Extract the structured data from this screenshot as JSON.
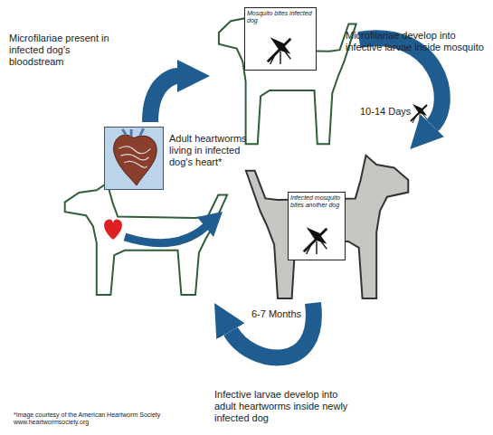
{
  "diagram": {
    "nodes": [
      {
        "text": [
          "Mosquito bites infected dog"
        ]
      },
      {
        "text": [
          "Infected mosquito bites another dog"
        ]
      },
      {
        "text": [
          "Adult heartworms living in infected dog's heart*"
        ]
      }
    ],
    "edges": [
      {
        "from": 0,
        "to": 1,
        "arrow": "to",
        "label": "10-14 Days"
      },
      {
        "from": 1,
        "to": 2,
        "arrow": "to",
        "label": "6-7 Months"
      },
      {
        "from": 2,
        "to": 0,
        "arrow": "to"
      }
    ],
    "labels": [
      "Microfilariae present in infected dog's bloodstream",
      "Microfilariae develop into infective larvae inside mosquito",
      "Infective larvae develop into adult heartworms inside newly infected dog",
      "*Image courtesy of the American Heartworm Society www.heartwormsociety.org"
    ]
  }
}
